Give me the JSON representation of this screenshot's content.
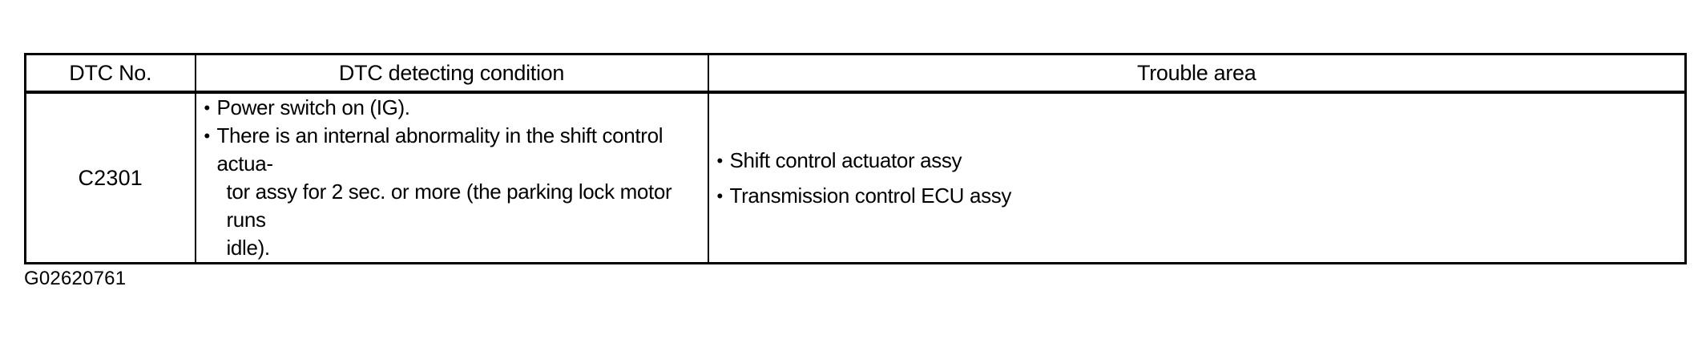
{
  "table": {
    "headers": [
      {
        "key": "dtc_no",
        "label": "DTC No."
      },
      {
        "key": "condition",
        "label": "DTC detecting condition"
      },
      {
        "key": "trouble",
        "label": "Trouble area"
      }
    ],
    "rows": [
      {
        "dtc_no": "C2301",
        "condition_bullets": [
          {
            "line1": "Power switch on (IG).",
            "line2": "",
            "line3": ""
          },
          {
            "line1": "There is an internal abnormality in the shift control actua-",
            "line2": "tor assy for 2 sec. or more (the parking lock motor runs",
            "line3": "idle)."
          }
        ],
        "trouble_bullets": [
          "Shift control actuator assy",
          "Transmission control ECU assy"
        ]
      }
    ],
    "bullet_glyph": "•"
  },
  "caption": "G02620761",
  "colors": {
    "ink": "#000000",
    "paper": "#ffffff"
  }
}
